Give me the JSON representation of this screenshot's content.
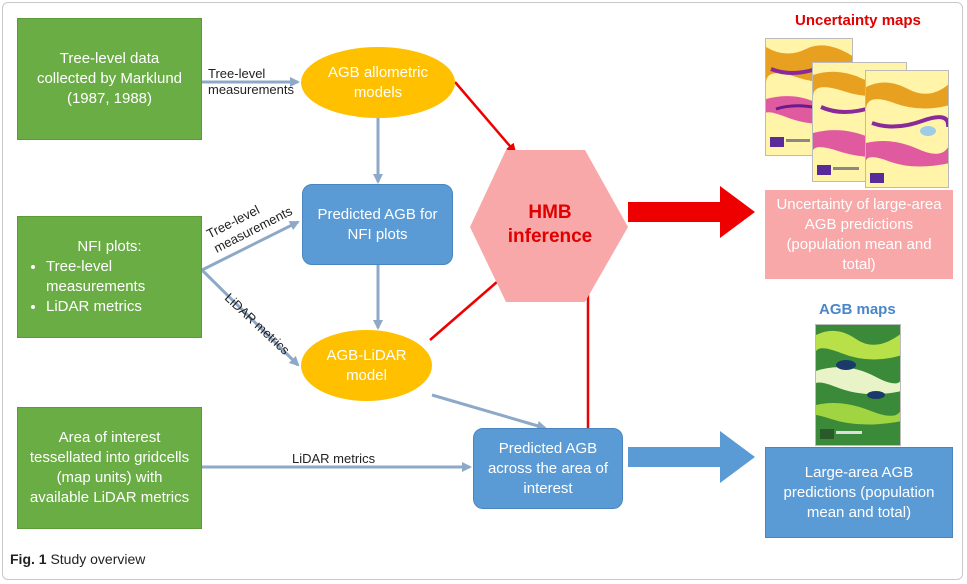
{
  "nodes": {
    "tree_data": "Tree-level data collected by Marklund (1987, 1988)",
    "nfi_title": "NFI plots:",
    "nfi_items": [
      "Tree-level measurements",
      "LiDAR metrics"
    ],
    "area": "Area of interest tessellated into gridcells (map units) with available LiDAR metrics",
    "agb_models": "AGB allometric models",
    "pred_nfi": "Predicted AGB for NFI plots",
    "agb_lidar": "AGB-LiDAR model",
    "pred_area": "Predicted AGB across the area of interest",
    "hmb": "HMB inference",
    "uncertainty": "Uncertainty of large-area AGB predictions (population mean and total)",
    "large_area": "Large-area AGB predictions (population mean and total)"
  },
  "edge_labels": {
    "tree_level_1": "Tree-level measurements",
    "tree_level_2": "Tree-level measurements",
    "lidar_1": "LiDAR metrics",
    "lidar_2": "LiDAR metrics"
  },
  "headings": {
    "uncertainty_maps": "Uncertainty maps",
    "agb_maps": "AGB maps"
  },
  "caption": {
    "label": "Fig. 1",
    "text": "Study overview"
  },
  "colors": {
    "green": "#6aad45",
    "blue": "#5b9bd5",
    "orange": "#ffc000",
    "hmb_fill": "#f8a8a8",
    "red": "#ee0000",
    "arrow_gray": "#8ea9c8",
    "heading_red": "#e00000",
    "heading_blue": "#4a86c8"
  }
}
